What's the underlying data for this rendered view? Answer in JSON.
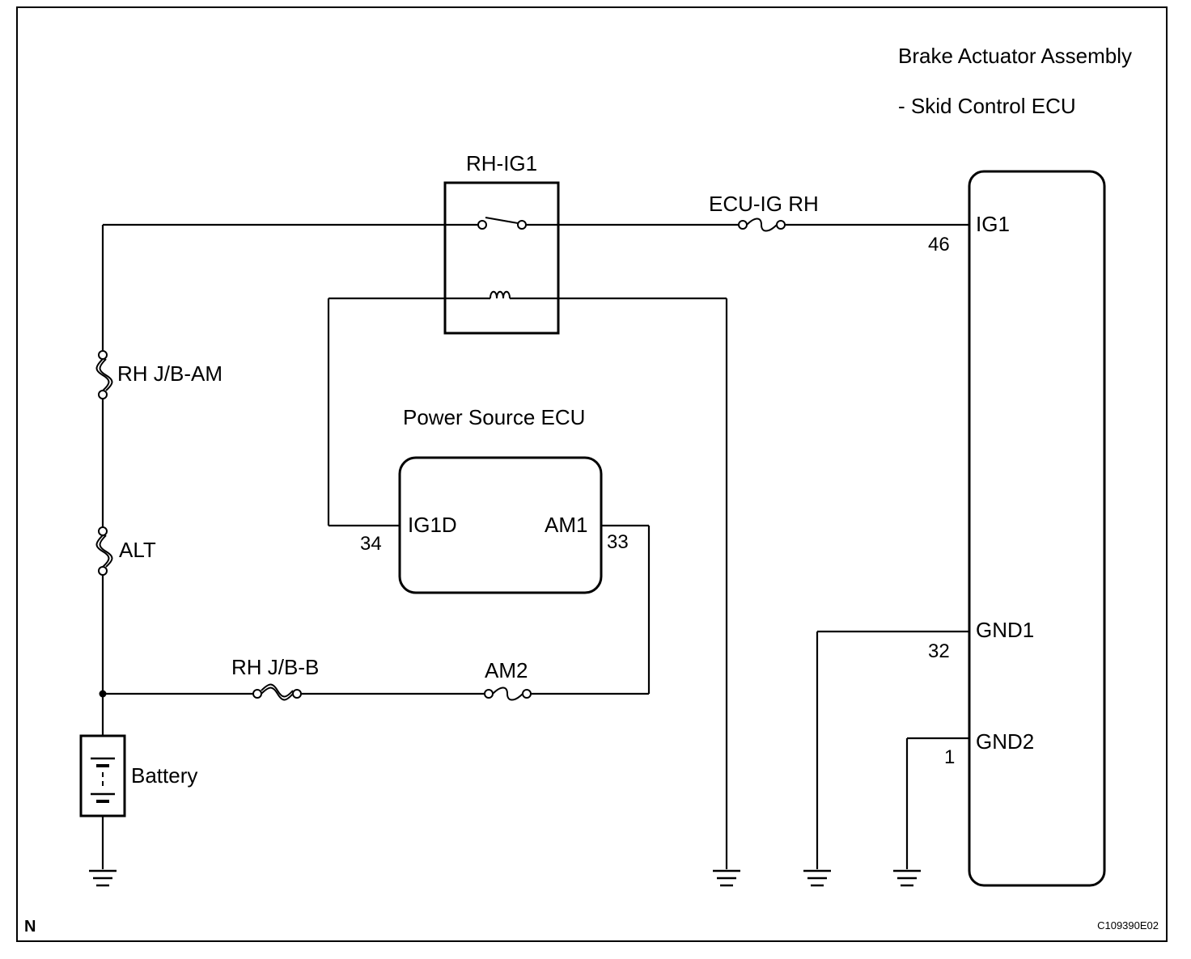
{
  "components": {
    "brake_actuator": {
      "title_line1": "Brake Actuator Assembly",
      "title_line2": "- Skid Control ECU",
      "pins": [
        {
          "name": "IG1",
          "number": "46"
        },
        {
          "name": "GND1",
          "number": "32"
        },
        {
          "name": "GND2",
          "number": "1"
        }
      ]
    },
    "power_source_ecu": {
      "title": "Power Source ECU",
      "pins": [
        {
          "name": "IG1D",
          "number": "34"
        },
        {
          "name": "AM1",
          "number": "33"
        }
      ]
    },
    "relay": {
      "label": "RH-IG1"
    },
    "battery": {
      "label": "Battery"
    }
  },
  "fuses": {
    "ecu_ig_rh": "ECU-IG RH",
    "rh_jb_am": "RH J/B-AM",
    "alt": "ALT",
    "rh_jb_b": "RH J/B-B",
    "am2": "AM2"
  },
  "footer": {
    "corner_mark": "N",
    "figure_code": "C109390E02"
  }
}
